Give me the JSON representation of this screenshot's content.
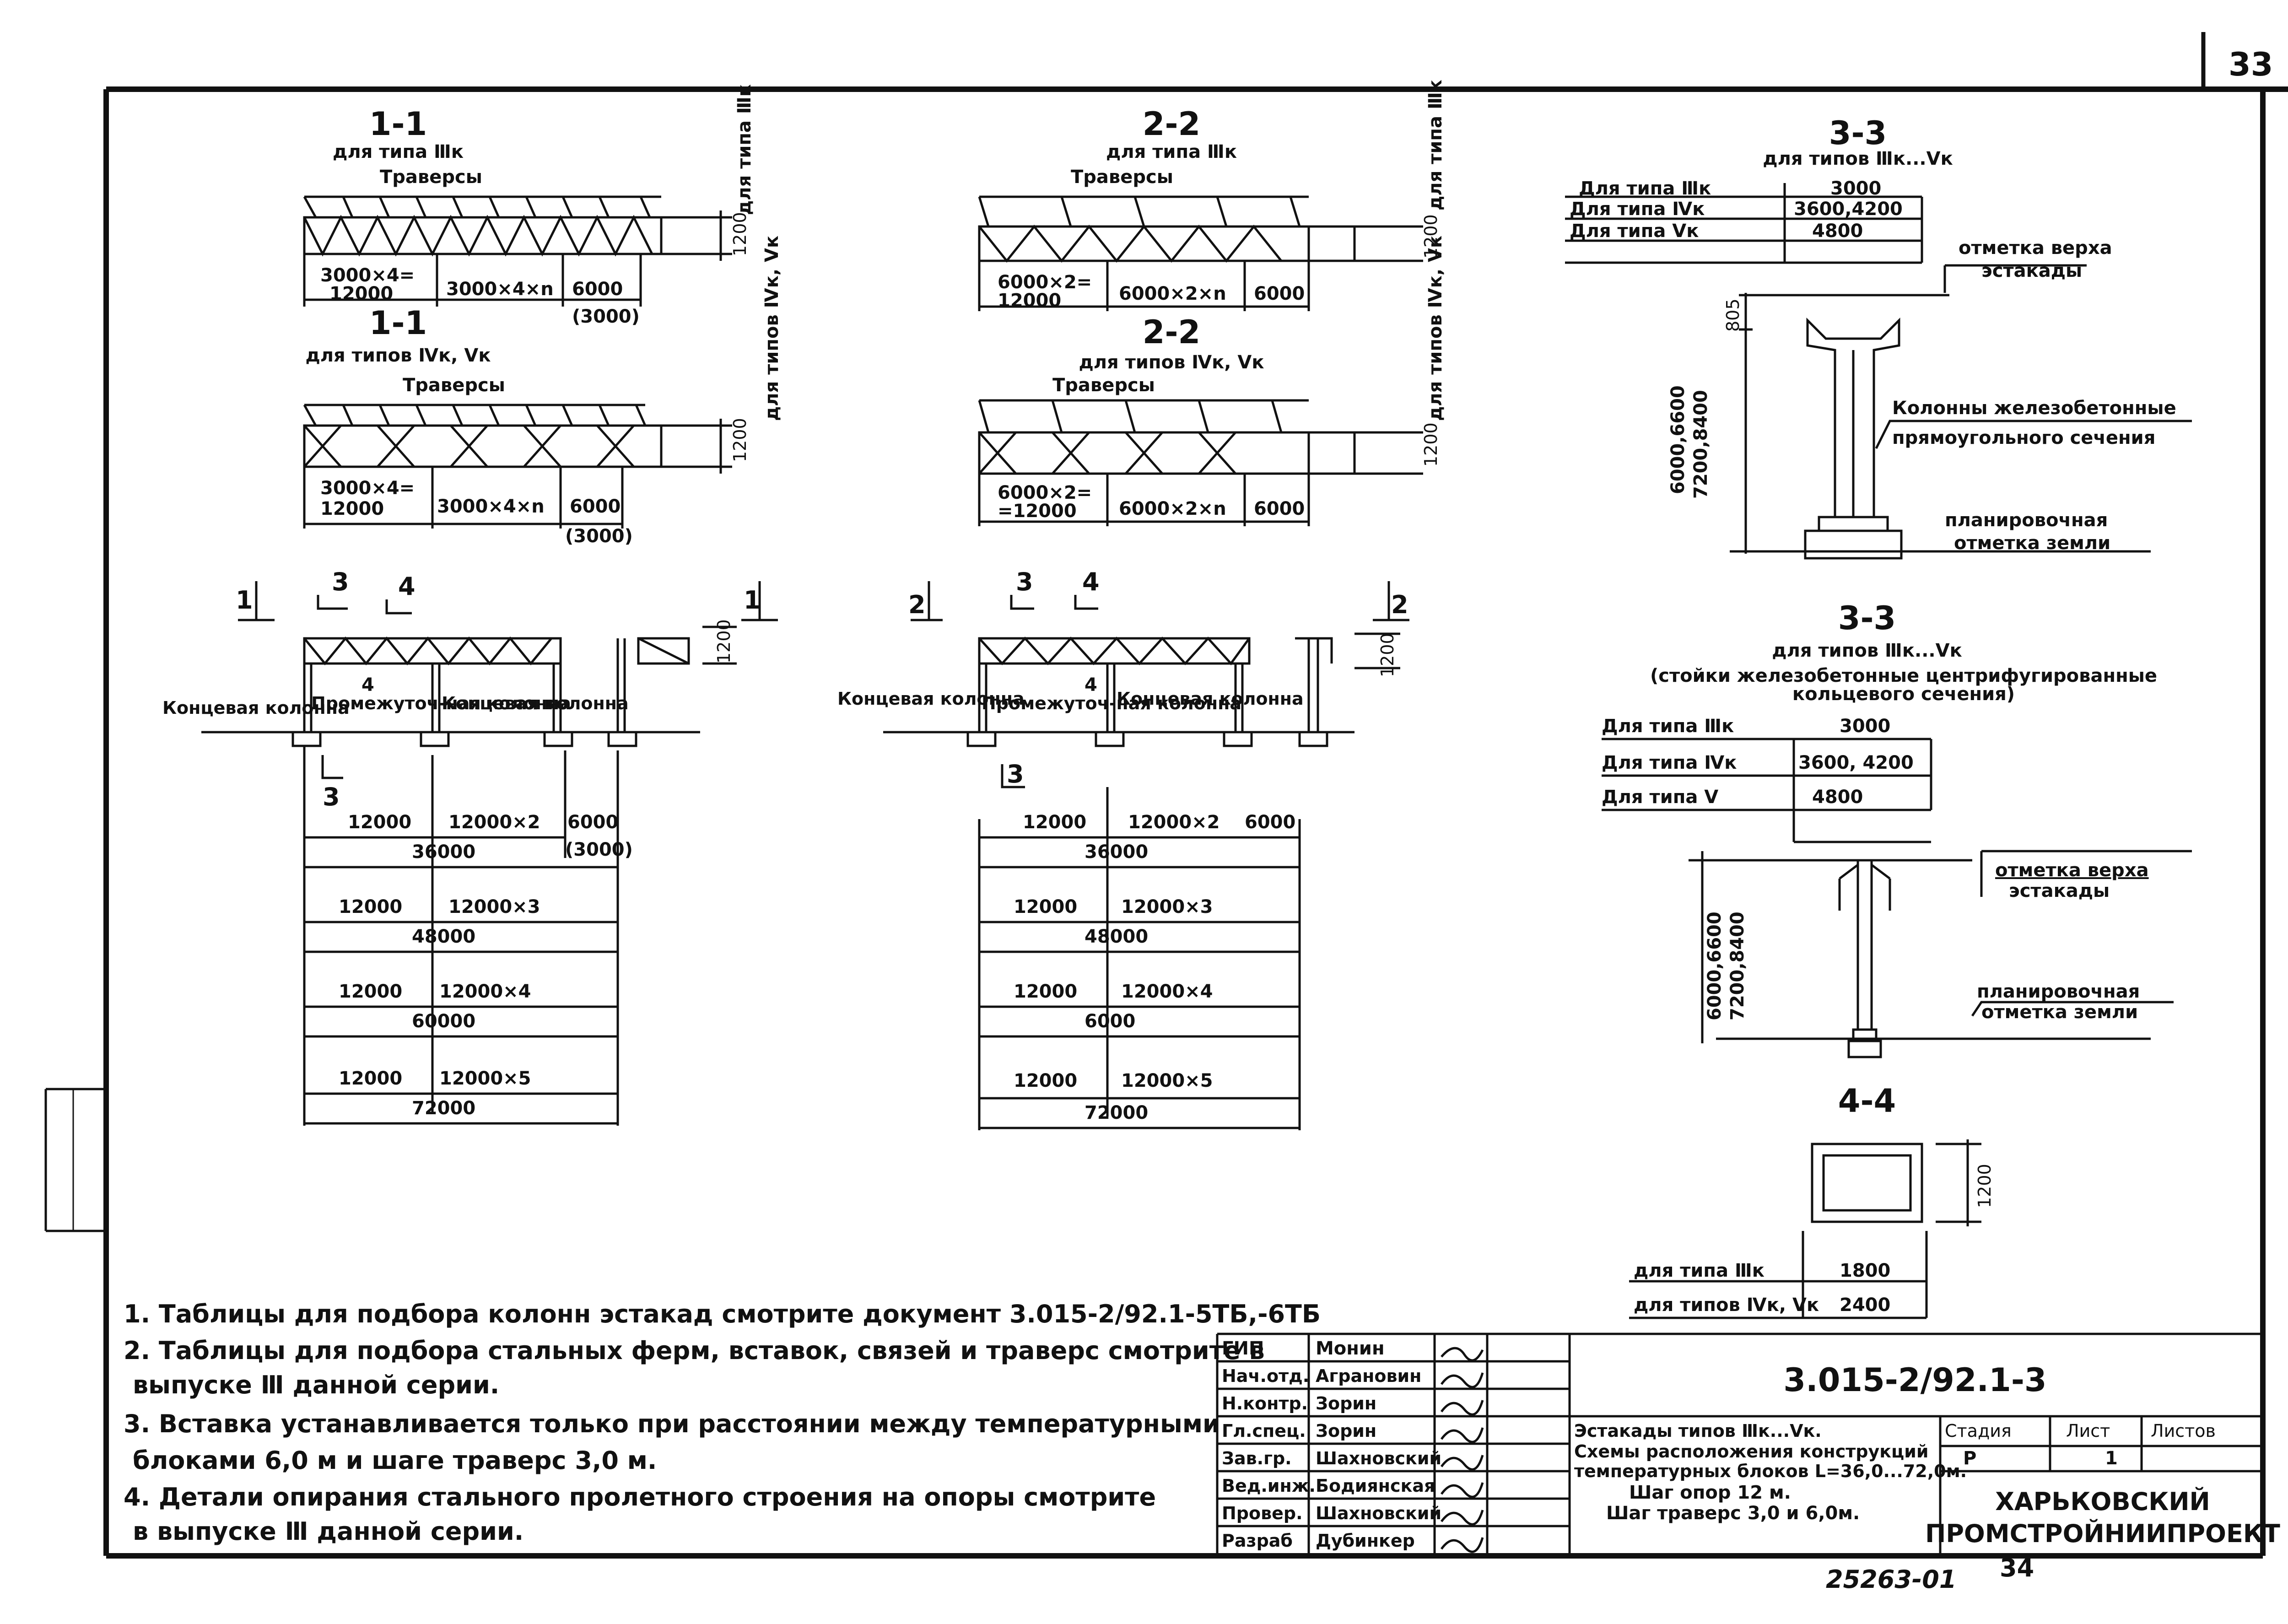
{
  "page_number": "33",
  "bottom_number": "34",
  "inventory_number": "25263-01",
  "sections": {
    "s11_top": {
      "title": "1-1",
      "sub": "для типа Ⅲк",
      "traverse": "Траверсы",
      "side": "для типа Ⅲк",
      "dim_v": "1200",
      "d1": "3000×4=",
      "d1b": "12000",
      "d2": "3000×4×n",
      "d3": "6000",
      "d3b": "(3000)"
    },
    "s11_bot": {
      "title": "1-1",
      "sub": "для типов Ⅳк, Ⅴк",
      "traverse": "Траверсы",
      "side": "для типов Ⅳк, Ⅴк",
      "dim_v": "1200",
      "d1": "3000×4=",
      "d1b": "12000",
      "d2": "3000×4×n",
      "d3": "6000",
      "d3b": "(3000)"
    },
    "s22_top": {
      "title": "2-2",
      "sub": "для типа Ⅲк",
      "traverse": "Траверсы",
      "side": "для типа Ⅲк",
      "dim_v": "1200",
      "d1": "6000×2=",
      "d1b": "12000",
      "d2": "6000×2×n",
      "d3": "6000"
    },
    "s22_bot": {
      "title": "2-2",
      "sub": "для типов Ⅳк, Ⅴк",
      "traverse": "Траверсы",
      "side": "для типов Ⅳк, Ⅴк",
      "dim_v": "1200",
      "d1": "6000×2=",
      "d1b": "=12000",
      "d2": "6000×2×n",
      "d3": "6000"
    }
  },
  "elevation_left": {
    "cut1": "1",
    "cut3": "3",
    "cut4": "4",
    "cut1b": "1",
    "cut3b": "3",
    "cut4b": "4",
    "lbl_end": "Концевая колонна",
    "lbl_mid": "Промежуточ-ная колонна",
    "lbl_end2": "Концевая колонна",
    "dim_h": "1200",
    "rows": [
      [
        "12000",
        "12000×2",
        "6000",
        "36000"
      ],
      [
        "12000",
        "12000×3",
        "",
        "48000"
      ],
      [
        "12000",
        "12000×4",
        "",
        "60000"
      ],
      [
        "12000",
        "12000×5",
        "",
        "72000"
      ]
    ],
    "paren": "(3000)"
  },
  "elevation_right": {
    "cut2": "2",
    "cut3": "3",
    "cut4": "4",
    "cut2b": "2",
    "cut3b": "3",
    "cut4b": "4",
    "lbl_end": "Концевая колонна",
    "lbl_mid": "Промежуточ-ная колонна",
    "lbl_end2": "Концевая колонна",
    "dim_h": "1200",
    "rows": [
      [
        "12000",
        "12000×2",
        "6000",
        "36000"
      ],
      [
        "12000",
        "12000×3",
        "",
        "48000"
      ],
      [
        "12000",
        "12000×4",
        "",
        "6000"
      ],
      [
        "12000",
        "12000×5",
        "",
        "72000"
      ]
    ]
  },
  "s33a": {
    "title": "3-3",
    "sub": "для типов Ⅲк...Ⅴк",
    "table": [
      [
        "Для типа Ⅲк",
        "3000"
      ],
      [
        "Для типа Ⅳк",
        "3600,4200"
      ],
      [
        "Для типа Ⅴк",
        "4800"
      ]
    ],
    "mark_top": "отметка верха",
    "mark_top2": "эстакады",
    "col1": "Колонны железобетонные",
    "col2": "прямоугольного сечения",
    "mark_bot": "планировочная",
    "mark_bot2": "отметка земли",
    "h1": "6000,6600",
    "h2": "7200,8400",
    "small": "805"
  },
  "s33b": {
    "title": "3-3",
    "sub": "для типов Ⅲк...Ⅴк",
    "note": "(стойки железобетонные центрифугированные",
    "note2": "кольцевого сечения)",
    "table": [
      [
        "Для типа Ⅲк",
        "3000"
      ],
      [
        "Для типа Ⅳк",
        "3600, 4200"
      ],
      [
        "Для типа Ⅴ",
        "4800"
      ]
    ],
    "mark_top": "отметка верха",
    "mark_top2": "эстакады",
    "mark_bot": "планировочная",
    "mark_bot2": "отметка земли",
    "h1": "6000,6600",
    "h2": "7200,8400"
  },
  "s44": {
    "title": "4-4",
    "dim": "1200",
    "table": [
      [
        "для типа Ⅲк",
        "1800"
      ],
      [
        "для типов Ⅳк, Ⅴк",
        "2400"
      ]
    ]
  },
  "notes": [
    "1. Таблицы для подбора колонн эстакад смотрите документ 3.015-2/92.1-5ТБ,-6ТБ",
    "2. Таблицы для подбора стальных ферм, вставок, связей и траверс смотрите в",
    "выпуске Ⅲ данной серии.",
    "3. Вставка устанавливается только при расстоянии между температурными",
    "блоками 6,0 м и шаге траверс 3,0 м.",
    "4. Детали опирания стального пролетного строения на опоры смотрите",
    "в выпуске Ⅲ данной серии."
  ],
  "stamp": {
    "doc_code": "3.015-2/92.1-3",
    "desc": [
      "Эстакады типов Ⅲк...Ⅴк.",
      "Схемы расположения конструкций",
      "температурных блоков L=36,0...72,0м.",
      "Шаг опор 12 м.",
      "Шаг траверс 3,0 и 6,0м."
    ],
    "stage_h": "Стадия",
    "sheet_h": "Лист",
    "sheets_h": "Листов",
    "stage": "Р",
    "sheet": "1",
    "org1": "ХАРЬКОВСКИЙ",
    "org2": "ПРОМСТРОЙНИИПРОЕКТ",
    "rows": [
      [
        "ГИП",
        "Монин"
      ],
      [
        "Нач.отд.",
        "Аграновин"
      ],
      [
        "Н.контр.",
        "Зорин"
      ],
      [
        "Гл.спец.",
        "Зорин"
      ],
      [
        "Зав.гр.",
        "Шахновский"
      ],
      [
        "Вед.инж.",
        "Бодиянская"
      ],
      [
        "Провер.",
        "Шахновский"
      ],
      [
        "Разраб",
        "Дубинкер"
      ]
    ]
  }
}
